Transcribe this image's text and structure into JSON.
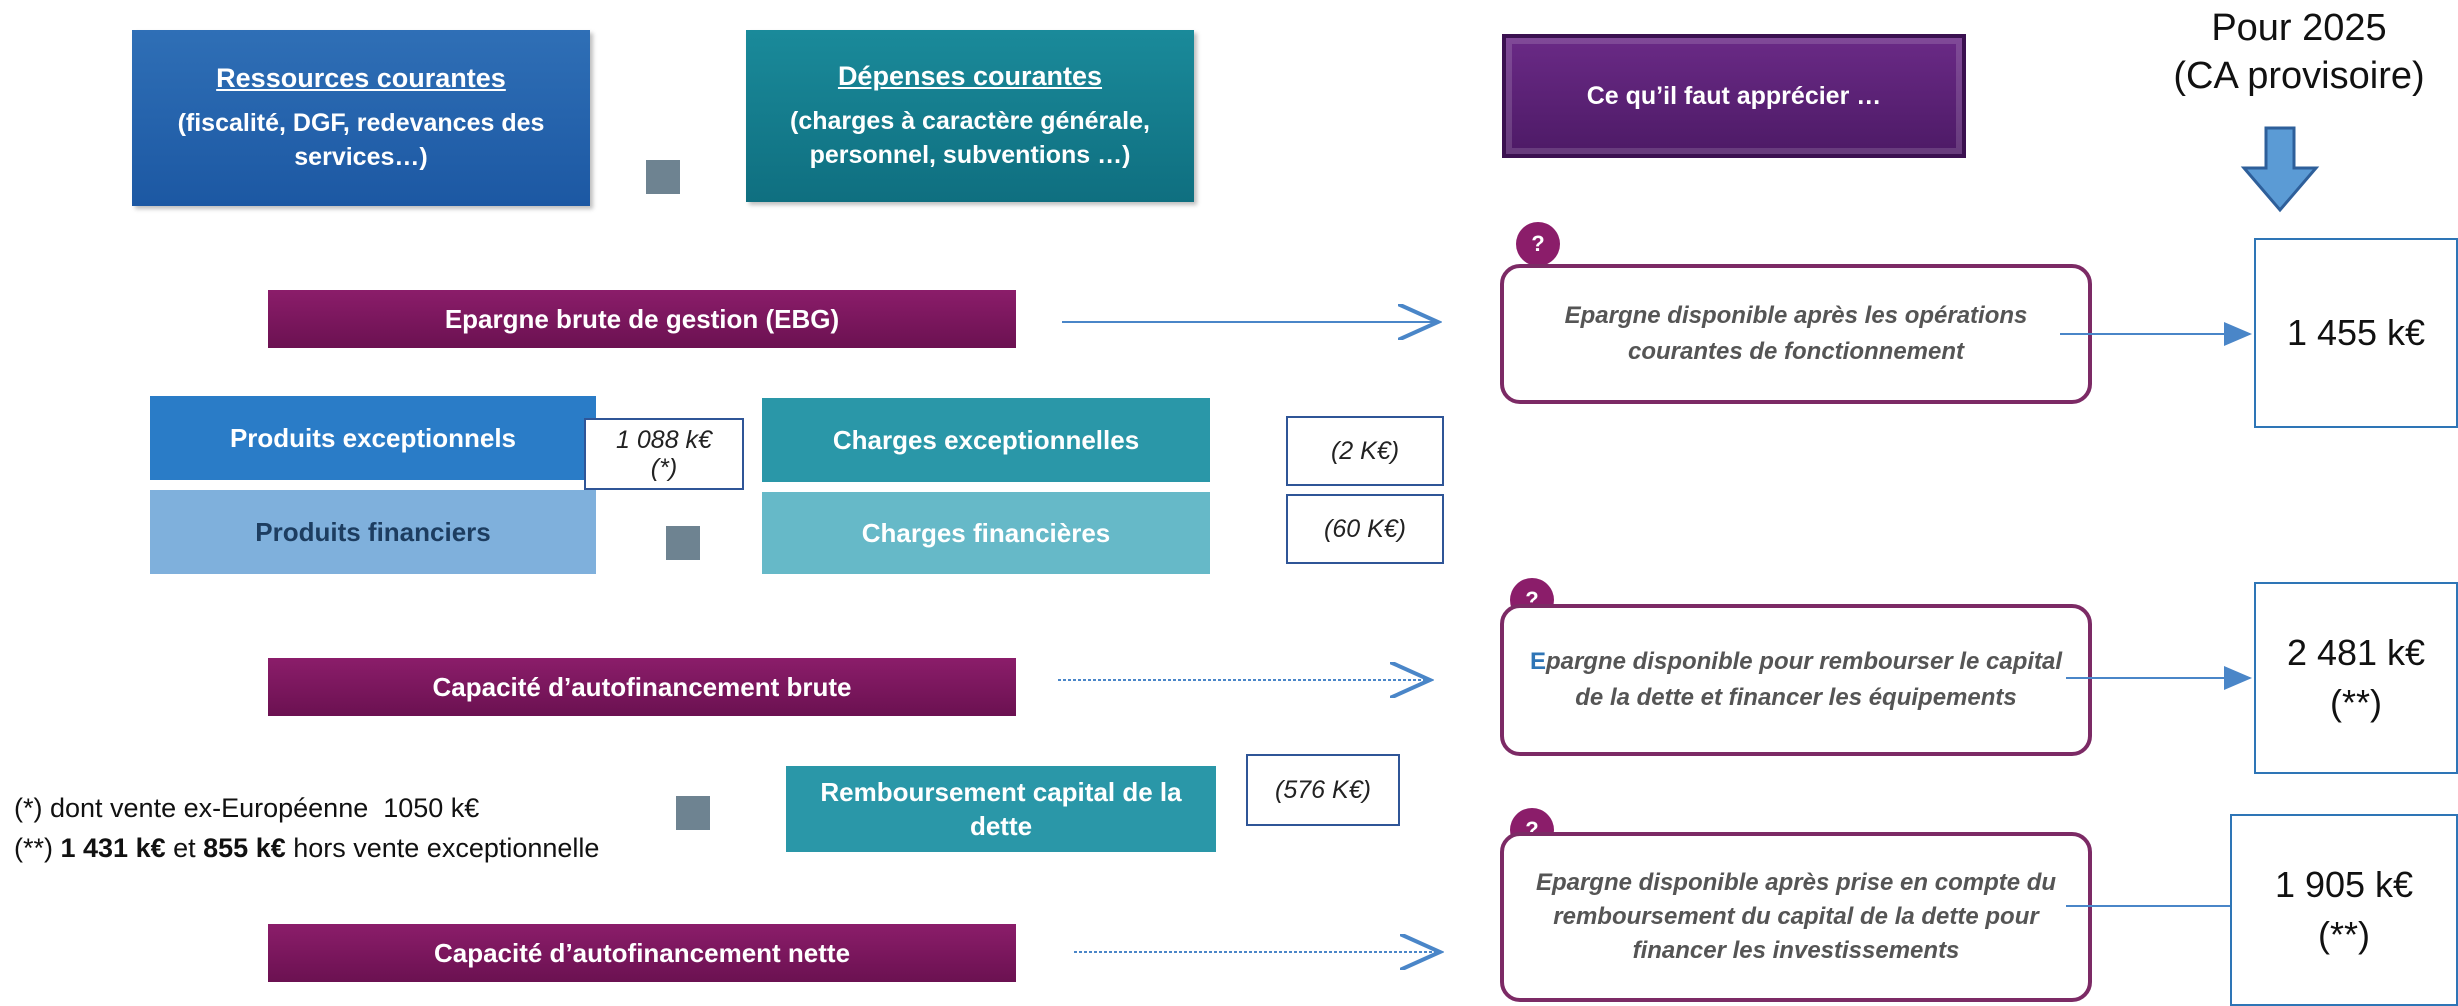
{
  "header": {
    "line1": "Pour 2025",
    "line2": "(CA provisoire)"
  },
  "top": {
    "resources_title": "Ressources courantes",
    "resources_sub": "(fiscalité, DGF, redevances des services…)",
    "expenses_title": "Dépenses courantes",
    "expenses_sub": "(charges à caractère générale, personnel, subventions …)",
    "apprecier": "Ce qu’il faut apprécier …"
  },
  "bars": {
    "ebg": "Epargne brute de gestion (EBG)",
    "prod_exc": "Produits exceptionnels",
    "charges_exc": "Charges exceptionnelles",
    "prod_fin": "Produits financiers",
    "charges_fin": "Charges financières",
    "caf_brute": "Capacité d’autofinancement brute",
    "remb": "Remboursement capital de la dette",
    "caf_nette": "Capacité d’autofinancement nette"
  },
  "values": {
    "prod_exc_line1": "1 088 k€",
    "prod_exc_line2": "(*)",
    "charges_exc": "(2 K€)",
    "charges_fin": "(60 K€)",
    "remb": "(576 K€)"
  },
  "questions": {
    "mark": "?",
    "q1": "Epargne disponible après les opérations courantes de fonctionnement",
    "q2_first": "E",
    "q2_rest": "pargne disponible pour rembourser le capital de la dette et financer les équipements",
    "q3": "Epargne disponible après prise en compte du remboursement du capital de la dette pour financer les investissements"
  },
  "results": {
    "r1": "1 455 k€",
    "r2_line1": "2 481 k€",
    "r2_line2": "(**)",
    "r3_line1": "1 905 k€",
    "r3_line2": "(**)"
  },
  "notes": {
    "n1": "(*) dont vente ex-Européenne  1050 k€",
    "n2_prefix": "(**) ",
    "n2_b1": "1 431 k€",
    "n2_mid": " et ",
    "n2_b2": "855 k€",
    "n2_suffix": " hors vente exceptionnelle"
  },
  "colors": {
    "purple": "#8b1d6a",
    "blue": "#2a7cc7",
    "teal": "#2a97a8",
    "arrow": "#4a86c8"
  }
}
